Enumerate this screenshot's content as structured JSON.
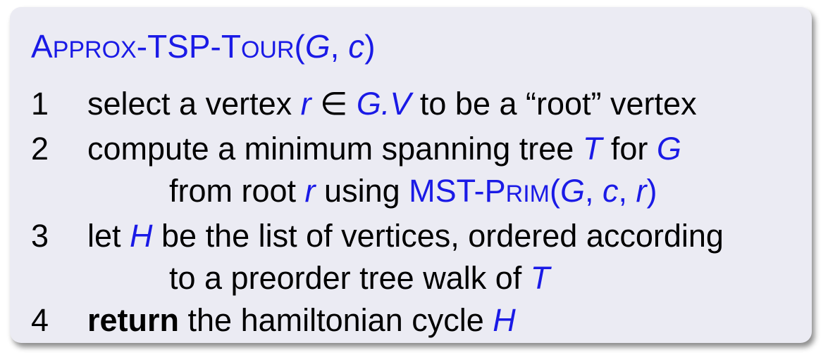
{
  "algorithm": {
    "name_first_letter_a": "A",
    "name_small_a": "PPROX",
    "name_dash1": "-",
    "name_tsp": "TSP",
    "name_dash2": "-",
    "name_first_letter_t": "T",
    "name_small_t": "OUR",
    "open_paren": "(",
    "param_g": "G",
    "comma": ", ",
    "param_c": "c",
    "close_paren": ")"
  },
  "lines": [
    {
      "number": "1",
      "pre": "select a vertex ",
      "var_r": "r",
      "elem": " ∈ ",
      "var_gv": "G.V",
      "post": " to be a “root” vertex"
    },
    {
      "number": "2",
      "pre": "compute a minimum spanning tree ",
      "var_t": "T",
      "mid": " for ",
      "var_g": "G",
      "cont_pre": "from root ",
      "cont_var_r": "r",
      "cont_mid": " using ",
      "call_mst": "MST-",
      "call_p": "P",
      "call_rim": "RIM",
      "call_open": "(",
      "call_g": "G",
      "call_sep1": ", ",
      "call_c": "c",
      "call_sep2": ", ",
      "call_r": "r",
      "call_close": ")"
    },
    {
      "number": "3",
      "pre": "let ",
      "var_h": "H",
      "post": " be the list of vertices, ordered according",
      "cont_pre": "to a preorder tree walk of ",
      "cont_var_t": "T"
    },
    {
      "number": "4",
      "keyword": "return",
      "post": " the hamiltonian cycle ",
      "var_h": "H"
    }
  ]
}
